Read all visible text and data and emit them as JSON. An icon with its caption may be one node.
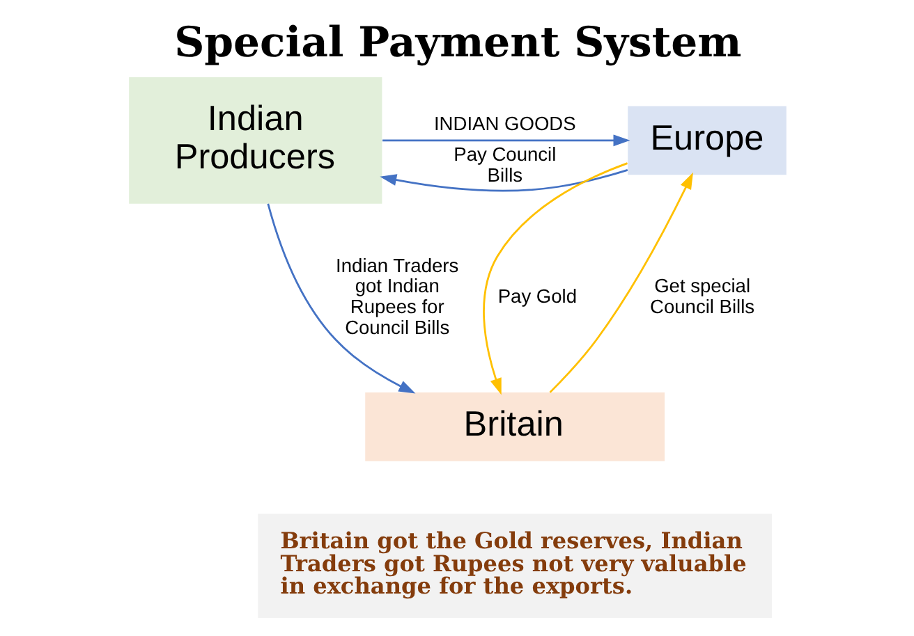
{
  "diagram": {
    "title": "Special Payment System",
    "nodes": [
      {
        "text": [
          "Indian Producers"
        ]
      },
      {
        "text": [
          "Europe"
        ]
      },
      {
        "text": [
          "Britain"
        ]
      },
      {
        "text": [
          "Britain got the Gold reserves, Indian Traders got Rupees not very valuable in exchange for the exports."
        ]
      }
    ],
    "edges": [
      {
        "from": 0,
        "to": 1,
        "arrow": "to",
        "label": "INDIAN GOODS"
      },
      {
        "from": 1,
        "to": 0,
        "arrow": "to",
        "label": "Pay Council Bills"
      },
      {
        "from": 0,
        "to": 2,
        "arrow": "to",
        "label": "Indian Traders got Indian Rupees for Council Bills"
      },
      {
        "from": 1,
        "to": 2,
        "arrow": "to",
        "label": "Pay Gold",
        "color": "#ffc000"
      },
      {
        "from": 2,
        "to": 1,
        "arrow": "to",
        "label": "Get special Council Bills",
        "color": "#ffc000"
      }
    ]
  }
}
